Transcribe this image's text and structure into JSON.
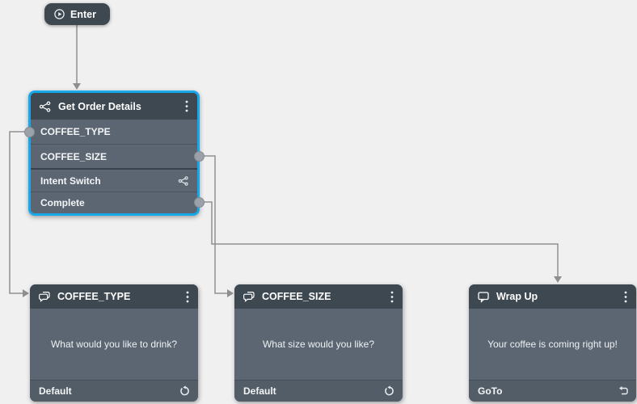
{
  "canvas": {
    "background": "#f0f0f0",
    "wire_color": "#8f8f8f",
    "selection_color": "#17a8ea",
    "node_header_color": "#3e4851",
    "node_body_color": "#5c6672",
    "node_footer_color": "#535d68"
  },
  "enter_node": {
    "label": "Enter",
    "icon": "play-circle-icon"
  },
  "flow_node": {
    "title": "Get Order Details",
    "icon": "intent-icon",
    "menu_icon": "kebab-menu-icon",
    "selected": true,
    "rows": [
      {
        "label": "COFFEE_TYPE",
        "port": "left"
      },
      {
        "label": "COFFEE_SIZE",
        "port": "right"
      },
      {
        "label": "Intent Switch",
        "icon": "intent-switch-icon"
      },
      {
        "label": "Complete",
        "port": "right"
      }
    ]
  },
  "question_nodes": [
    {
      "title": "COFFEE_TYPE",
      "icon": "chat-icon",
      "menu_icon": "kebab-menu-icon",
      "body": "What would you like to drink?",
      "footer_label": "Default",
      "footer_icon": "reset-icon"
    },
    {
      "title": "COFFEE_SIZE",
      "icon": "chat-icon",
      "menu_icon": "kebab-menu-icon",
      "body": "What size would you like?",
      "footer_label": "Default",
      "footer_icon": "reset-icon"
    },
    {
      "title": "Wrap Up",
      "icon": "speech-bubble-icon",
      "menu_icon": "kebab-menu-icon",
      "body": "Your coffee is coming right up!",
      "footer_label": "GoTo",
      "footer_icon": "goto-icon"
    }
  ]
}
